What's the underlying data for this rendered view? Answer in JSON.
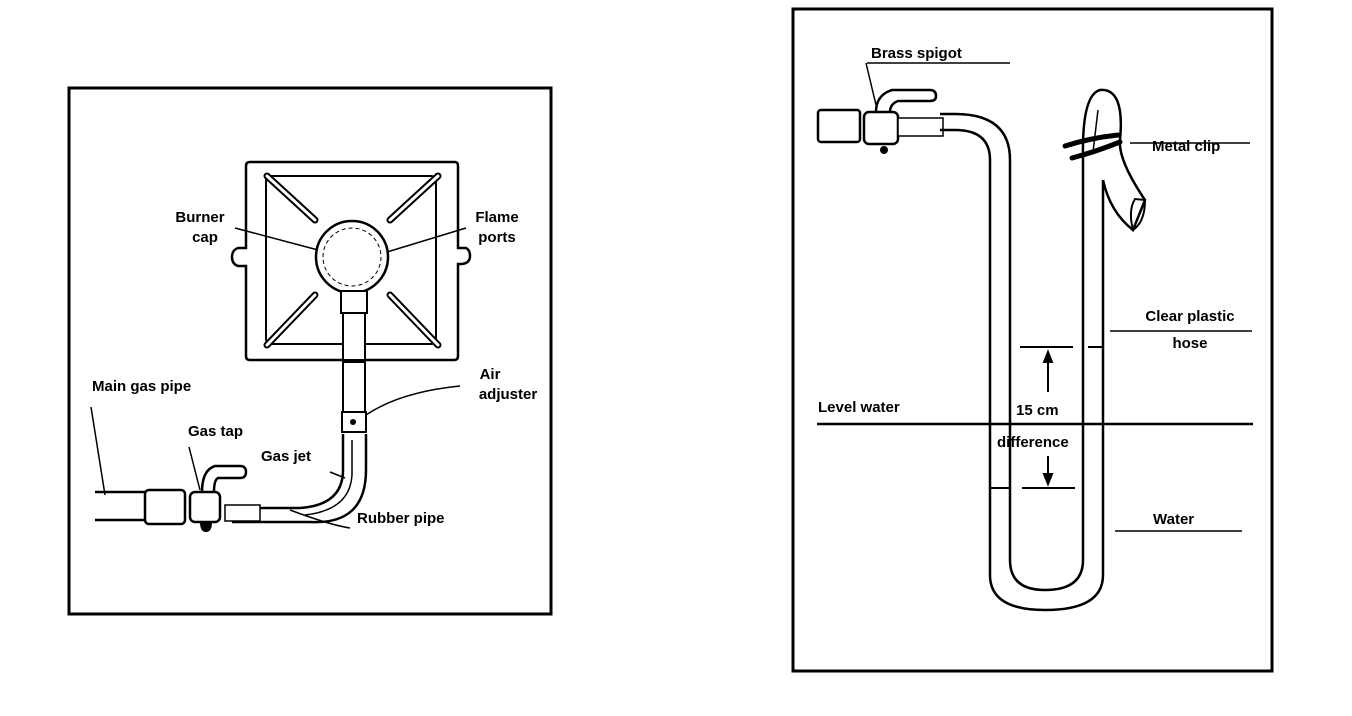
{
  "left_figure": {
    "labels": {
      "burner_cap_1": "Burner",
      "burner_cap_2": "cap",
      "flame_ports_1": "Flame",
      "flame_ports_2": "ports",
      "air_adjuster_1": "Air",
      "air_adjuster_2": "adjuster",
      "main_gas_pipe": "Main gas pipe",
      "gas_tap": "Gas tap",
      "gas_jet": "Gas jet",
      "rubber_pipe": "Rubber pipe"
    }
  },
  "right_figure": {
    "labels": {
      "brass_spigot": "Brass spigot",
      "metal_clip": "Metal clip",
      "clear_plastic_hose_1": "Clear plastic",
      "clear_plastic_hose_2": "hose",
      "level_water": "Level water",
      "measure_1": "15 cm",
      "measure_2": "difference",
      "water": "Water"
    }
  }
}
